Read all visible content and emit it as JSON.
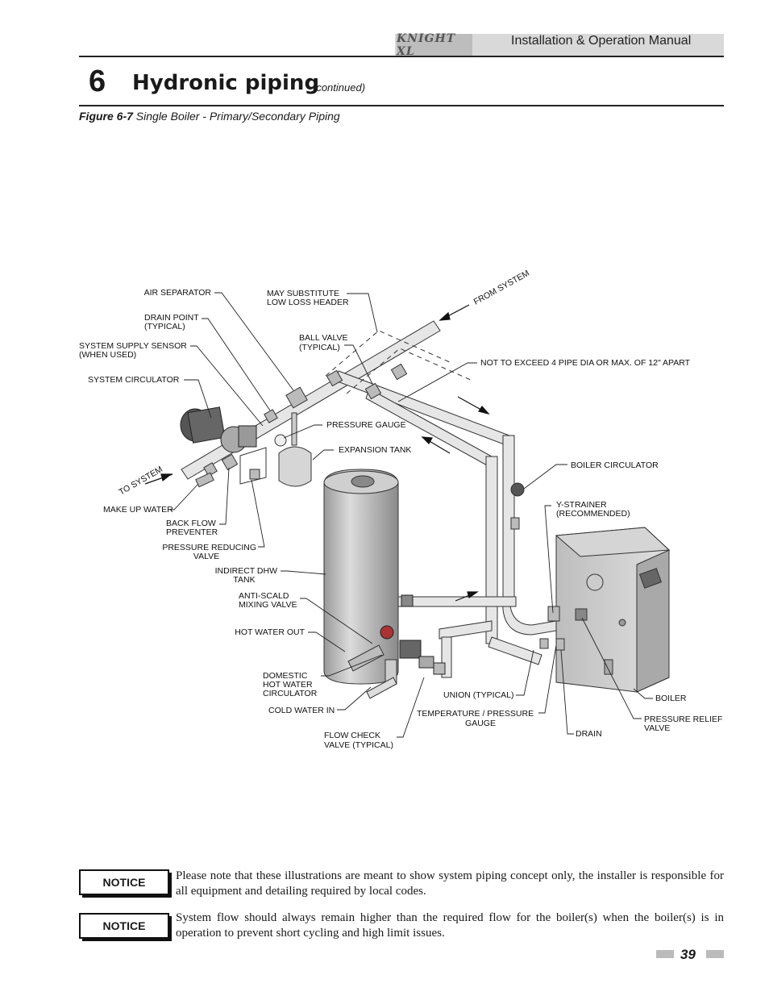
{
  "header": {
    "logo_text": "KNIGHT XL",
    "manual_title": "Installation & Operation Manual"
  },
  "section": {
    "number": "6",
    "title": "Hydronic piping",
    "continued": "(continued)"
  },
  "figure": {
    "id": "Figure 6-7",
    "title": "Single Boiler - Primary/Secondary Piping",
    "labels": {
      "air_separator": "AIR SEPARATOR",
      "may_substitute_1": "MAY SUBSTITUTE",
      "may_substitute_2": "LOW LOSS HEADER",
      "from_system": "FROM SYSTEM",
      "drain_point_1": "DRAIN POINT",
      "drain_point_2": "(TYPICAL)",
      "ball_valve_1": "BALL VALVE",
      "ball_valve_2": "(TYPICAL)",
      "system_supply_sensor_1": "SYSTEM SUPPLY SENSOR",
      "system_supply_sensor_2": "(WHEN USED)",
      "not_to_exceed": "NOT TO EXCEED 4  PIPE DIA OR MAX. OF 12\" APART",
      "system_circulator": "SYSTEM CIRCULATOR",
      "pressure_gauge": "PRESSURE GAUGE",
      "expansion_tank": "EXPANSION TANK",
      "to_system": "TO SYSTEM",
      "boiler_circulator": "BOILER CIRCULATOR",
      "y_strainer_1": "Y-STRAINER",
      "y_strainer_2": "(RECOMMENDED)",
      "make_up_water": "MAKE UP WATER",
      "back_flow_1": "BACK FLOW",
      "back_flow_2": "PREVENTER",
      "pressure_reducing_1": "PRESSURE REDUCING",
      "pressure_reducing_2": "VALVE",
      "indirect_dhw_1": "INDIRECT DHW",
      "indirect_dhw_2": "TANK",
      "anti_scald_1": "ANTI-SCALD",
      "anti_scald_2": "MIXING VALVE",
      "hot_water_out": "HOT WATER OUT",
      "domestic_1": "DOMESTIC",
      "domestic_2": "HOT WATER",
      "domestic_3": "CIRCULATOR",
      "union": "UNION (TYPICAL)",
      "boiler": "BOILER",
      "cold_water_in": "COLD WATER IN",
      "temp_pressure_1": "TEMPERATURE / PRESSURE",
      "temp_pressure_2": "GAUGE",
      "pressure_relief_1": "PRESSURE RELIEF",
      "pressure_relief_2": "VALVE",
      "drain": "DRAIN",
      "flow_check_1": "FLOW CHECK",
      "flow_check_2": "VALVE (TYPICAL)"
    }
  },
  "notices": [
    {
      "label": "NOTICE",
      "text": "Please note that these illustrations are meant to show system piping concept only, the installer is responsible for all equipment and detailing required by local codes."
    },
    {
      "label": "NOTICE",
      "text": "System flow should always remain higher than the required flow for the boiler(s) when the boiler(s) is in operation to prevent short cycling and high limit issues."
    }
  ],
  "footer": {
    "page_number": "39"
  },
  "colors": {
    "header_gray": "#d9d9d9",
    "pipe_fill": "#e6e6e6",
    "pipe_stroke": "#333333"
  }
}
